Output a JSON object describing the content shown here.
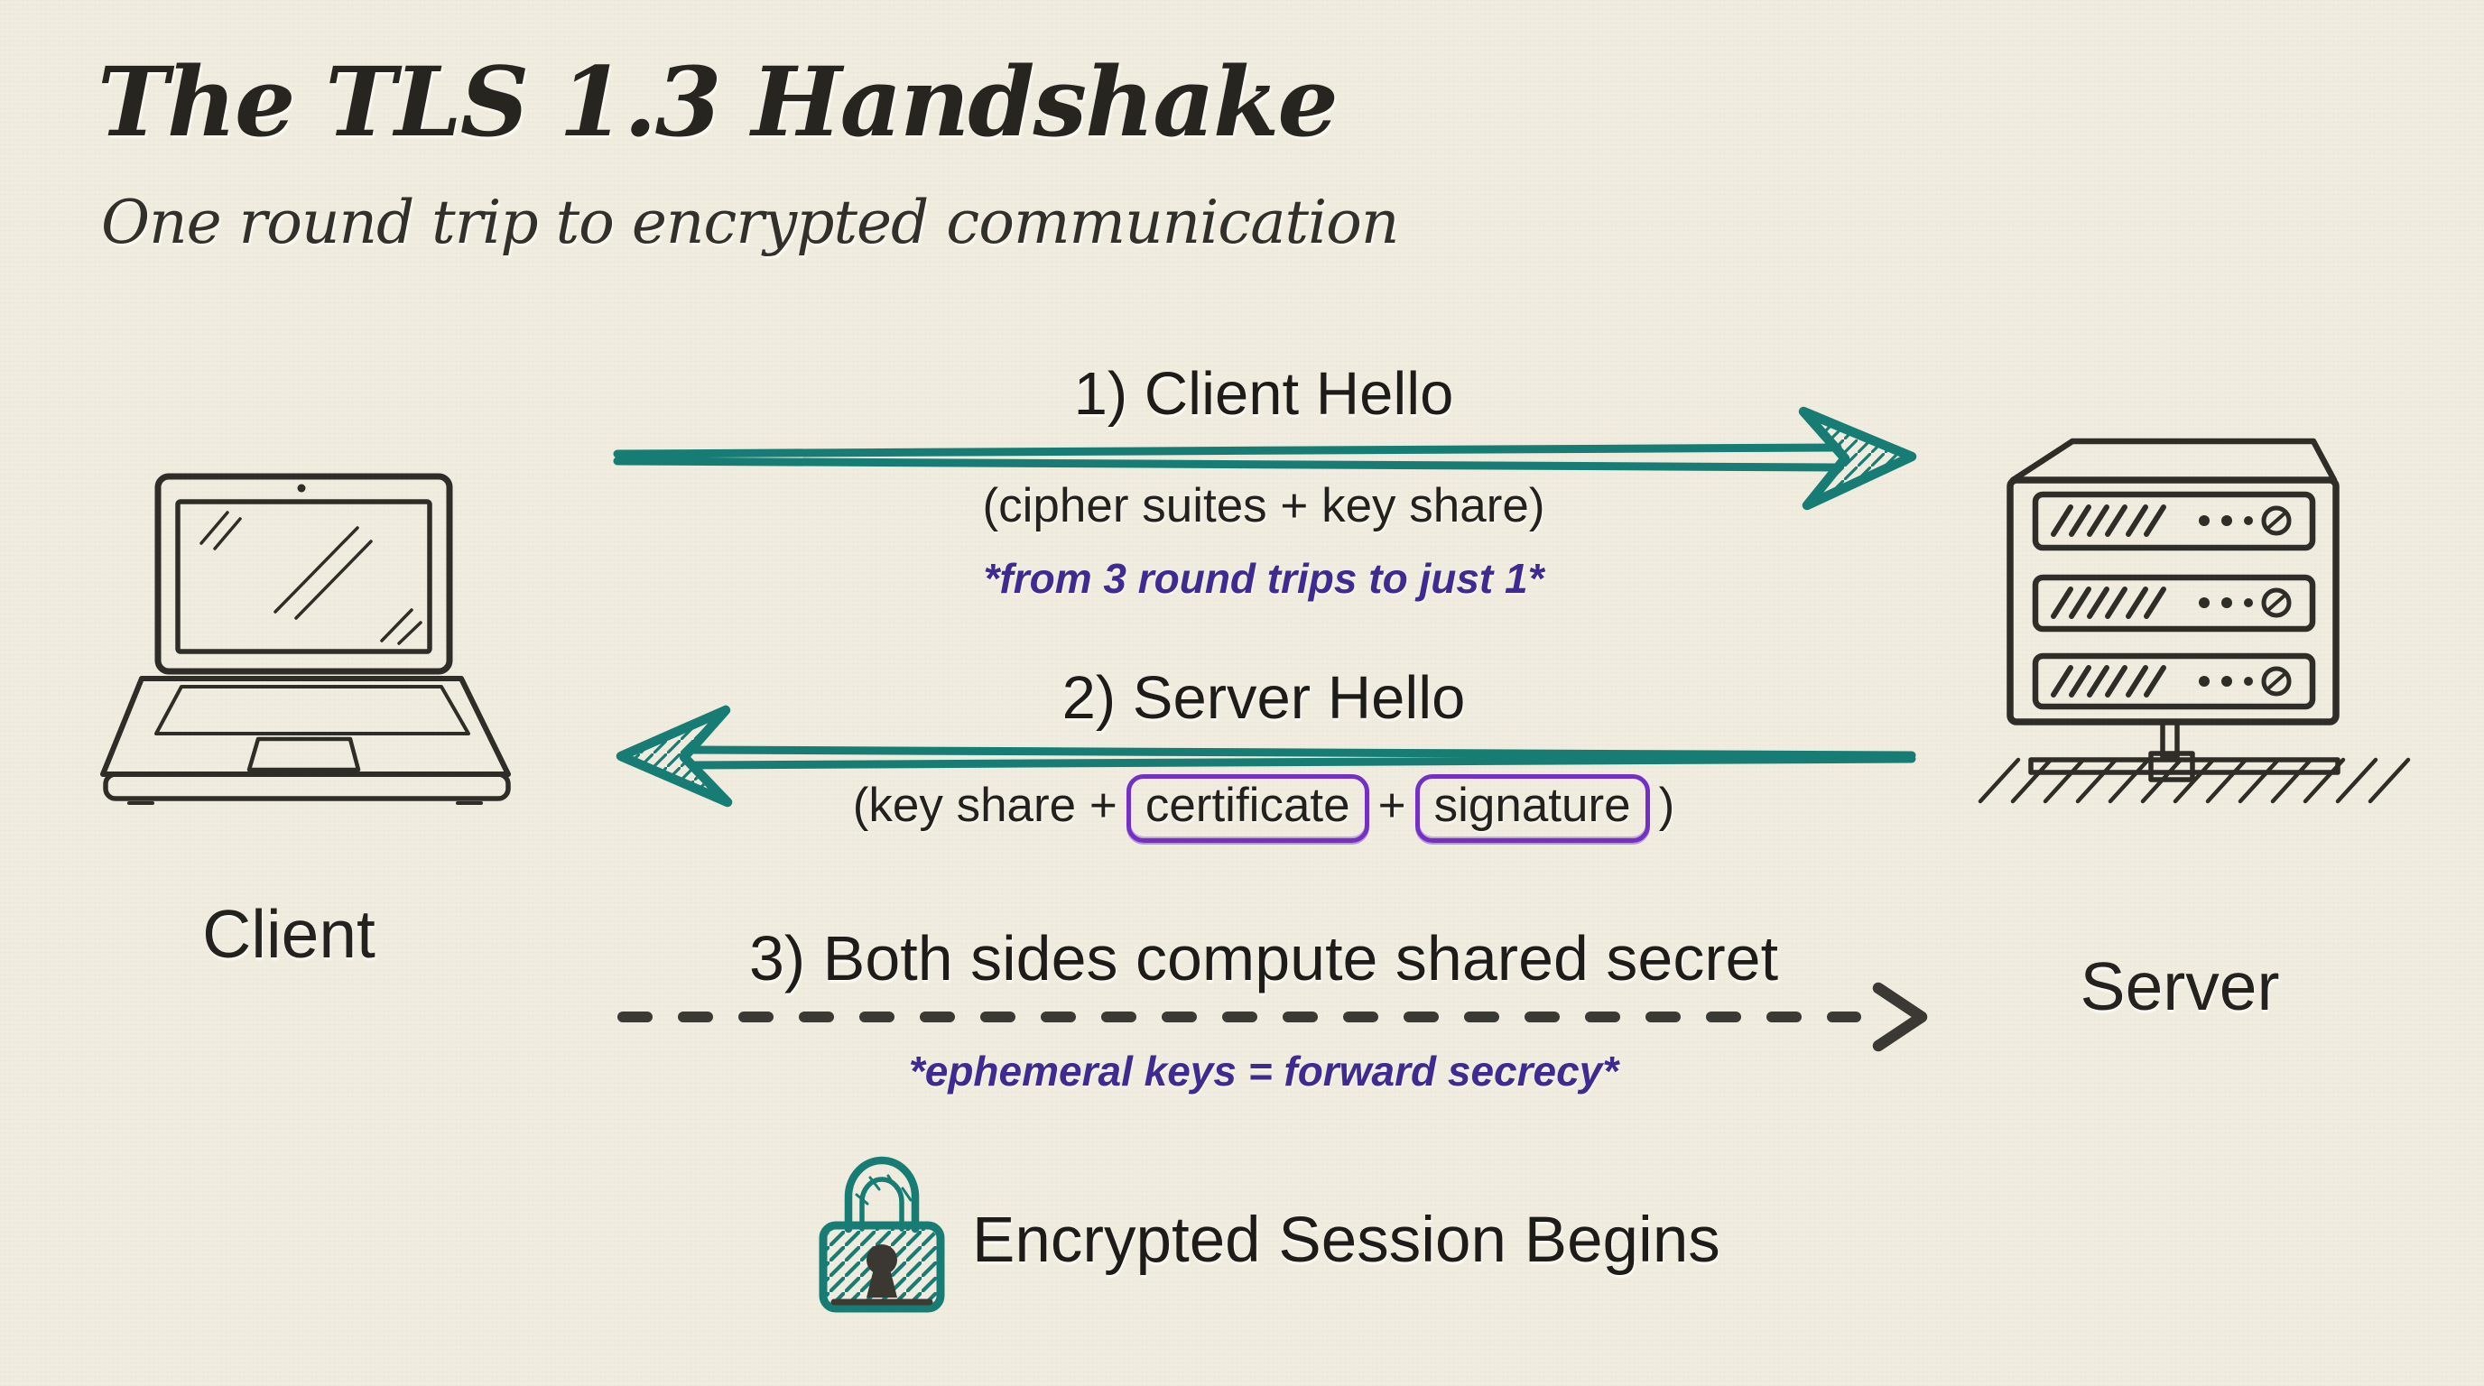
{
  "header": {
    "title": "The TLS 1.3 Handshake",
    "subtitle": "One round trip to encrypted communication"
  },
  "actors": {
    "client": {
      "label": "Client",
      "icon": "laptop-icon"
    },
    "server": {
      "label": "Server",
      "icon": "server-rack-icon"
    }
  },
  "steps": [
    {
      "heading": "1) Client Hello",
      "detail": "(cipher suites + key share)",
      "note": "*from 3 round trips to just 1*",
      "arrow": {
        "direction": "client-to-server",
        "style": "solid"
      }
    },
    {
      "heading": "2) Server Hello",
      "detail_prefix": "(key share +",
      "boxed_terms": [
        "certificate",
        "signature"
      ],
      "joiner": "+",
      "detail_suffix": ")",
      "arrow": {
        "direction": "server-to-client",
        "style": "solid"
      }
    },
    {
      "heading": "3) Both sides compute shared secret",
      "note": "*ephemeral keys = forward secrecy*",
      "arrow": {
        "direction": "client-to-server",
        "style": "dashed"
      }
    }
  ],
  "footer": {
    "label": "Encrypted Session Begins",
    "icon": "padlock-icon"
  },
  "colors": {
    "background": "#f0ecdf",
    "ink": "#2f2d27",
    "text": "#201f1c",
    "teal": "#177d74",
    "note_purple": "#3d2b92",
    "box_purple": "#7231c4"
  }
}
